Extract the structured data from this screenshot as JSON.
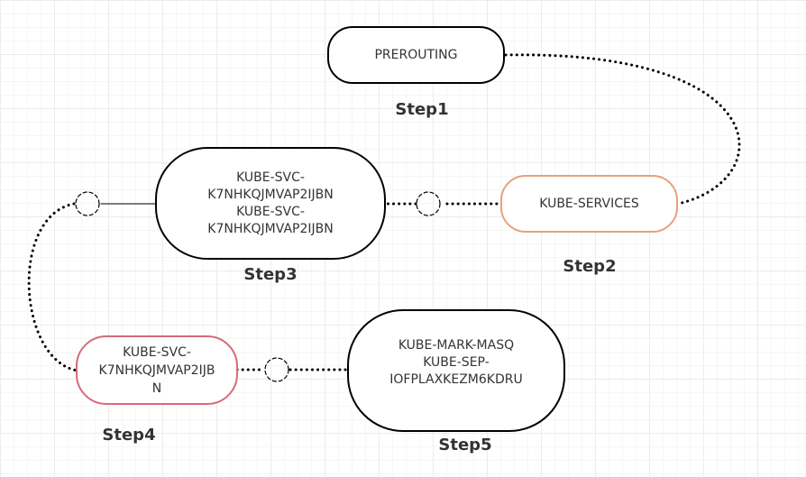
{
  "colors": {
    "default_border": "#000000",
    "services_border": "#e8a07a",
    "step4_border": "#d46a7e",
    "connector": "#000000",
    "text": "#333333"
  },
  "nodes": {
    "prerouting": "PREROUTING",
    "kube_services": "KUBE-SERVICES",
    "svc_double": "KUBE-SVC-\nK7NHKQJMVAP2IJBN\nKUBE-SVC-\nK7NHKQJMVAP2IJBN",
    "svc_single": "KUBE-SVC-\nK7NHKQJMVAP2IJB\nN",
    "mark_masq_sep": "KUBE-MARK-MASQ\nKUBE-SEP-\nIOFPLAXKEZM6KDRU"
  },
  "steps": {
    "step1": "Step1",
    "step2": "Step2",
    "step3": "Step3",
    "step4": "Step4",
    "step5": "Step5"
  }
}
